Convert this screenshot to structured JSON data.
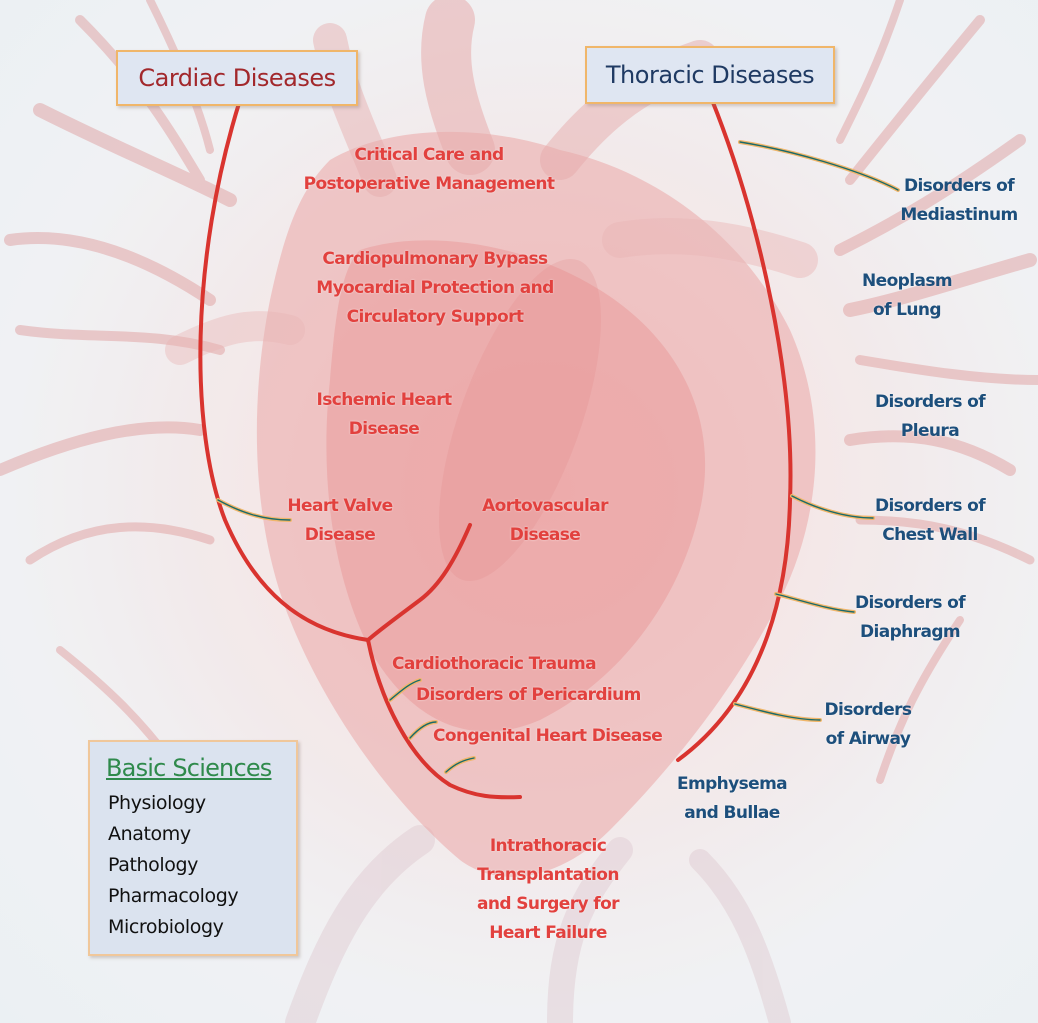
{
  "headers": {
    "cardiac": "Cardiac Diseases",
    "thoracic": "Thoracic Diseases"
  },
  "cardiac_topics": {
    "critical_care": [
      "Critical Care and",
      "Postoperative Management"
    ],
    "bypass": [
      "Cardiopulmonary Bypass",
      "Myocardial Protection and",
      "Circulatory Support"
    ],
    "ischemic": [
      "Ischemic Heart",
      "Disease"
    ],
    "valve": [
      "Heart Valve",
      "Disease"
    ],
    "aortovascular": [
      "Aortovascular",
      "Disease"
    ],
    "trauma": "Cardiothoracic Trauma",
    "pericardium": "Disorders of Pericardium",
    "congenital": "Congenital Heart Disease",
    "transplant": [
      "Intrathoracic",
      "Transplantation",
      "and Surgery for",
      "Heart Failure"
    ]
  },
  "thoracic_topics": {
    "mediastinum": [
      "Disorders of",
      "Mediastinum"
    ],
    "lung": [
      "Neoplasm",
      "of Lung"
    ],
    "pleura": [
      "Disorders of",
      "Pleura"
    ],
    "chest_wall": [
      "Disorders of",
      "Chest Wall"
    ],
    "diaphragm": [
      "Disorders of",
      "Diaphragm"
    ],
    "airway": [
      "Disorders",
      "of Airway"
    ],
    "emphysema": [
      "Emphysema",
      "and Bullae"
    ]
  },
  "basic_sciences": {
    "title": "Basic Sciences",
    "items": [
      "Physiology",
      "Anatomy",
      "Pathology",
      "Pharmacology",
      "Microbiology"
    ]
  },
  "colors": {
    "cardiac_text": "#e2413e",
    "thoracic_text": "#1d4f7c",
    "bracket": "#d9342f",
    "header_border": "#f0b66a",
    "basic_title": "#2f8a4c"
  }
}
